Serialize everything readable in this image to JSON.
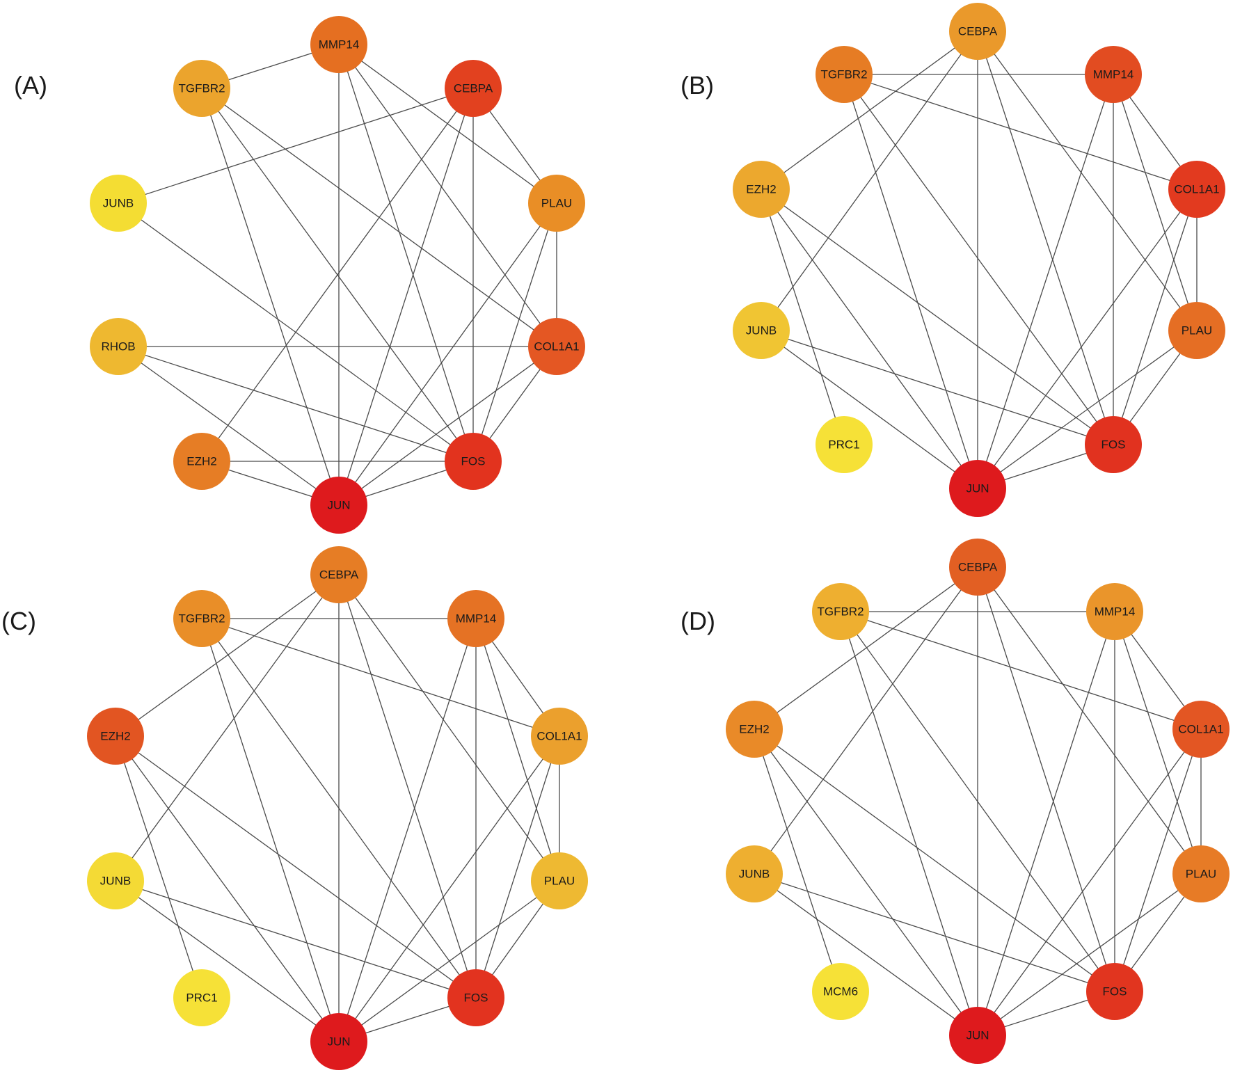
{
  "panels": [
    {
      "label": "(A)",
      "nodes": [
        {
          "id": "MMP14",
          "color": "#E56F21"
        },
        {
          "id": "CEBPA",
          "color": "#E2411F"
        },
        {
          "id": "TGFBR2",
          "color": "#EBA42D"
        },
        {
          "id": "JUNB",
          "color": "#F4DD33"
        },
        {
          "id": "PLAU",
          "color": "#E98E26"
        },
        {
          "id": "RHOB",
          "color": "#EEB830"
        },
        {
          "id": "COL1A1",
          "color": "#E45723"
        },
        {
          "id": "EZH2",
          "color": "#E67D25"
        },
        {
          "id": "FOS",
          "color": "#E2331E"
        },
        {
          "id": "JUN",
          "color": "#DE1A1D"
        }
      ],
      "edges": [
        [
          "TGFBR2",
          "MMP14"
        ],
        [
          "TGFBR2",
          "COL1A1"
        ],
        [
          "TGFBR2",
          "FOS"
        ],
        [
          "TGFBR2",
          "JUN"
        ],
        [
          "MMP14",
          "JUN"
        ],
        [
          "MMP14",
          "PLAU"
        ],
        [
          "MMP14",
          "COL1A1"
        ],
        [
          "MMP14",
          "FOS"
        ],
        [
          "CEBPA",
          "JUNB"
        ],
        [
          "CEBPA",
          "PLAU"
        ],
        [
          "CEBPA",
          "FOS"
        ],
        [
          "CEBPA",
          "JUN"
        ],
        [
          "CEBPA",
          "EZH2"
        ],
        [
          "JUNB",
          "FOS"
        ],
        [
          "PLAU",
          "COL1A1"
        ],
        [
          "PLAU",
          "FOS"
        ],
        [
          "PLAU",
          "JUN"
        ],
        [
          "RHOB",
          "COL1A1"
        ],
        [
          "RHOB",
          "FOS"
        ],
        [
          "RHOB",
          "JUN"
        ],
        [
          "COL1A1",
          "FOS"
        ],
        [
          "COL1A1",
          "JUN"
        ],
        [
          "EZH2",
          "FOS"
        ],
        [
          "EZH2",
          "JUN"
        ],
        [
          "JUN",
          "FOS"
        ]
      ]
    },
    {
      "label": "(B)",
      "nodes": [
        {
          "id": "CEBPA",
          "color": "#EA992B"
        },
        {
          "id": "TGFBR2",
          "color": "#E67C24"
        },
        {
          "id": "MMP14",
          "color": "#E24C21"
        },
        {
          "id": "EZH2",
          "color": "#ECA82E"
        },
        {
          "id": "COL1A1",
          "color": "#E23A1F"
        },
        {
          "id": "JUNB",
          "color": "#F0C533"
        },
        {
          "id": "PLAU",
          "color": "#E56E24"
        },
        {
          "id": "PRC1",
          "color": "#F6E137"
        },
        {
          "id": "FOS",
          "color": "#E1321F"
        },
        {
          "id": "JUN",
          "color": "#DE1A1D"
        }
      ],
      "edges": [
        [
          "TGFBR2",
          "MMP14"
        ],
        [
          "TGFBR2",
          "COL1A1"
        ],
        [
          "TGFBR2",
          "FOS"
        ],
        [
          "TGFBR2",
          "JUN"
        ],
        [
          "CEBPA",
          "EZH2"
        ],
        [
          "CEBPA",
          "JUNB"
        ],
        [
          "CEBPA",
          "JUN"
        ],
        [
          "CEBPA",
          "FOS"
        ],
        [
          "CEBPA",
          "PLAU"
        ],
        [
          "MMP14",
          "COL1A1"
        ],
        [
          "MMP14",
          "FOS"
        ],
        [
          "MMP14",
          "JUN"
        ],
        [
          "MMP14",
          "PLAU"
        ],
        [
          "EZH2",
          "PRC1"
        ],
        [
          "EZH2",
          "JUN"
        ],
        [
          "EZH2",
          "FOS"
        ],
        [
          "COL1A1",
          "PLAU"
        ],
        [
          "COL1A1",
          "FOS"
        ],
        [
          "COL1A1",
          "JUN"
        ],
        [
          "JUNB",
          "JUN"
        ],
        [
          "JUNB",
          "FOS"
        ],
        [
          "PLAU",
          "FOS"
        ],
        [
          "PLAU",
          "JUN"
        ],
        [
          "JUN",
          "FOS"
        ]
      ]
    },
    {
      "label": "(C)",
      "nodes": [
        {
          "id": "CEBPA",
          "color": "#E67D25"
        },
        {
          "id": "TGFBR2",
          "color": "#E98E28"
        },
        {
          "id": "MMP14",
          "color": "#E57224"
        },
        {
          "id": "EZH2",
          "color": "#E25522"
        },
        {
          "id": "COL1A1",
          "color": "#EBA02D"
        },
        {
          "id": "JUNB",
          "color": "#F4DA35"
        },
        {
          "id": "PLAU",
          "color": "#EEB932"
        },
        {
          "id": "PRC1",
          "color": "#F6E137"
        },
        {
          "id": "FOS",
          "color": "#E2331F"
        },
        {
          "id": "JUN",
          "color": "#DE1A1D"
        }
      ],
      "edges": [
        [
          "TGFBR2",
          "MMP14"
        ],
        [
          "TGFBR2",
          "COL1A1"
        ],
        [
          "TGFBR2",
          "FOS"
        ],
        [
          "TGFBR2",
          "JUN"
        ],
        [
          "CEBPA",
          "EZH2"
        ],
        [
          "CEBPA",
          "JUNB"
        ],
        [
          "CEBPA",
          "JUN"
        ],
        [
          "CEBPA",
          "FOS"
        ],
        [
          "CEBPA",
          "PLAU"
        ],
        [
          "MMP14",
          "COL1A1"
        ],
        [
          "MMP14",
          "FOS"
        ],
        [
          "MMP14",
          "JUN"
        ],
        [
          "MMP14",
          "PLAU"
        ],
        [
          "EZH2",
          "PRC1"
        ],
        [
          "EZH2",
          "JUN"
        ],
        [
          "EZH2",
          "FOS"
        ],
        [
          "COL1A1",
          "PLAU"
        ],
        [
          "COL1A1",
          "FOS"
        ],
        [
          "COL1A1",
          "JUN"
        ],
        [
          "JUNB",
          "JUN"
        ],
        [
          "JUNB",
          "FOS"
        ],
        [
          "PLAU",
          "FOS"
        ],
        [
          "PLAU",
          "JUN"
        ],
        [
          "JUN",
          "FOS"
        ]
      ]
    },
    {
      "label": "(D)",
      "nodes": [
        {
          "id": "CEBPA",
          "color": "#E25F23"
        },
        {
          "id": "TGFBR2",
          "color": "#EEAF30"
        },
        {
          "id": "MMP14",
          "color": "#EA952B"
        },
        {
          "id": "EZH2",
          "color": "#E98A28"
        },
        {
          "id": "COL1A1",
          "color": "#E35623"
        },
        {
          "id": "JUNB",
          "color": "#EEAF30"
        },
        {
          "id": "PLAU",
          "color": "#E77B26"
        },
        {
          "id": "MCM6",
          "color": "#F6E137"
        },
        {
          "id": "FOS",
          "color": "#E1351F"
        },
        {
          "id": "JUN",
          "color": "#DE1A1D"
        }
      ],
      "edges": [
        [
          "TGFBR2",
          "MMP14"
        ],
        [
          "TGFBR2",
          "COL1A1"
        ],
        [
          "TGFBR2",
          "FOS"
        ],
        [
          "TGFBR2",
          "JUN"
        ],
        [
          "CEBPA",
          "EZH2"
        ],
        [
          "CEBPA",
          "JUNB"
        ],
        [
          "CEBPA",
          "JUN"
        ],
        [
          "CEBPA",
          "FOS"
        ],
        [
          "CEBPA",
          "PLAU"
        ],
        [
          "MMP14",
          "COL1A1"
        ],
        [
          "MMP14",
          "FOS"
        ],
        [
          "MMP14",
          "JUN"
        ],
        [
          "MMP14",
          "PLAU"
        ],
        [
          "EZH2",
          "MCM6"
        ],
        [
          "EZH2",
          "JUN"
        ],
        [
          "EZH2",
          "FOS"
        ],
        [
          "COL1A1",
          "PLAU"
        ],
        [
          "COL1A1",
          "FOS"
        ],
        [
          "COL1A1",
          "JUN"
        ],
        [
          "JUNB",
          "JUN"
        ],
        [
          "JUNB",
          "FOS"
        ],
        [
          "PLAU",
          "FOS"
        ],
        [
          "PLAU",
          "JUN"
        ],
        [
          "JUN",
          "FOS"
        ]
      ]
    }
  ]
}
